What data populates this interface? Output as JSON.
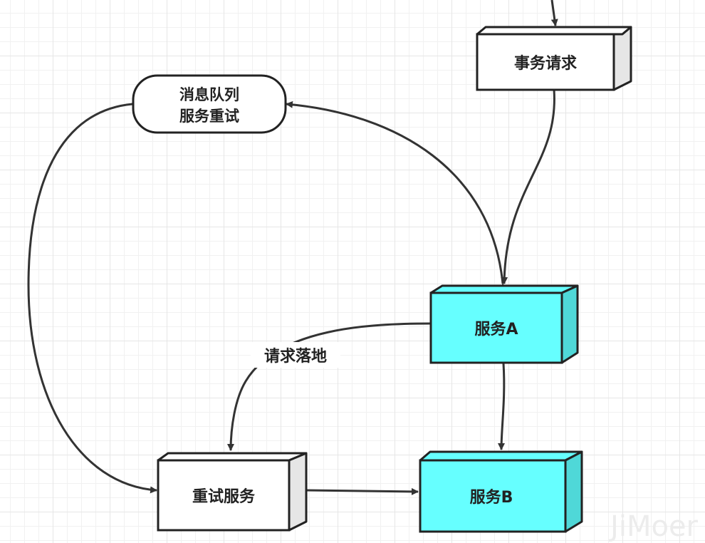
{
  "diagram": {
    "nodes": {
      "tx_request": {
        "label": "事务请求",
        "fill": "#ffffff",
        "side": "#e6e6e6"
      },
      "mq_retry": {
        "lines": [
          "消息队列",
          "服务重试"
        ]
      },
      "service_a": {
        "label": "服务A",
        "fill": "#66ffff",
        "side": "#4fd8d8"
      },
      "retry_service": {
        "label": "重试服务",
        "fill": "#ffffff",
        "side": "#e6e6e6"
      },
      "service_b": {
        "label": "服务B",
        "fill": "#66ffff",
        "side": "#4fd8d8"
      }
    },
    "edge_labels": {
      "persist_request": "请求落地"
    },
    "colors": {
      "stroke": "#222222",
      "arrow": "#333333"
    }
  },
  "watermark": "JiMoer"
}
